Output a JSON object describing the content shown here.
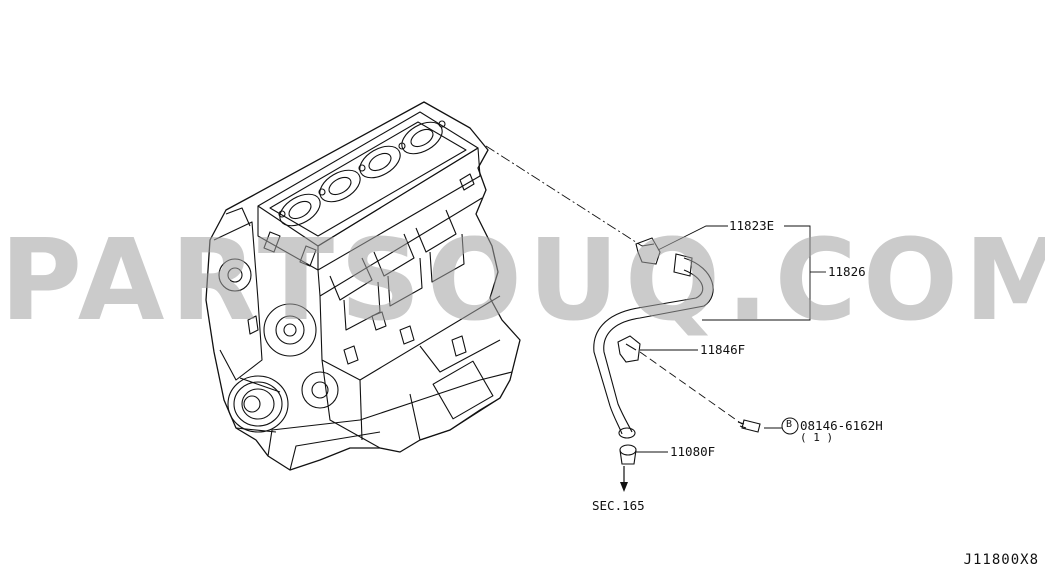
{
  "watermark": "PARTSOUQ.COM",
  "labels": {
    "part_11823E": "11823E",
    "part_11826": "11826",
    "part_11846F": "11846F",
    "part_bolt": "08146-6162H",
    "bolt_marker": "B",
    "bolt_qty": "( 1 )",
    "part_11080F": "11080F",
    "section_ref": "SEC.165"
  },
  "diagram_code": "J11800X8"
}
